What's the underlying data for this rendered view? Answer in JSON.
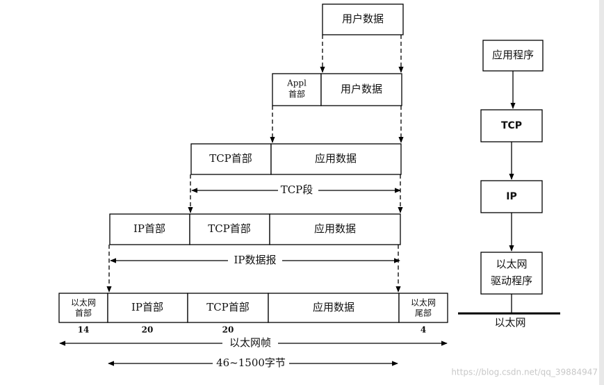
{
  "user_data": "用户数据",
  "appl_header": [
    "Appl",
    "首部"
  ],
  "tcp_header": "TCP首部",
  "app_data": "应用数据",
  "tcp_segment": "TCP段",
  "ip_header": "IP首部",
  "ip_datagram": "IP数据报",
  "eth_header": [
    "以太网",
    "首部"
  ],
  "eth_trailer": [
    "以太网",
    "尾部"
  ],
  "sizes": {
    "eth_header": "14",
    "ip_header": "20",
    "tcp_header": "20",
    "eth_trailer": "4"
  },
  "ethernet_frame": "以太网帧",
  "payload_range": "46~1500字节",
  "stack": {
    "application": "应用程序",
    "tcp": "TCP",
    "ip": "IP",
    "driver": [
      "以太网",
      "驱动程序"
    ],
    "ethernet": "以太网"
  },
  "watermark": "https://blog.csdn.net/qq_39884947"
}
